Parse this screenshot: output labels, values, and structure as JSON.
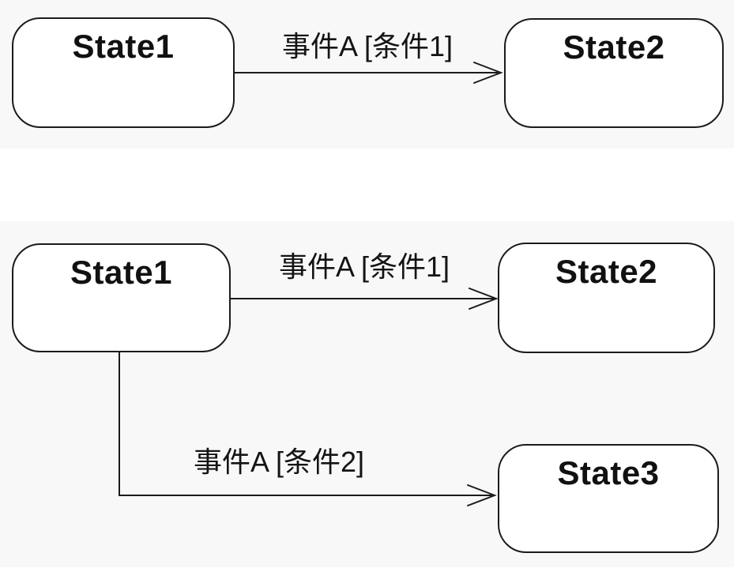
{
  "colors": {
    "page_background": "#ffffff",
    "panel_background": "#f8f8f8",
    "state_fill": "#ffffff",
    "stroke": "#1b1b1b",
    "text": "#141414"
  },
  "diagram_top": {
    "description": "state transition with single guard",
    "states": [
      {
        "label": "State1"
      },
      {
        "label": "State2"
      }
    ],
    "transitions": [
      {
        "from": "State1",
        "to": "State2",
        "label": "事件A [条件1]"
      }
    ]
  },
  "diagram_bottom": {
    "description": "state transition branching on guards",
    "states": [
      {
        "label": "State1"
      },
      {
        "label": "State2"
      },
      {
        "label": "State3"
      }
    ],
    "transitions": [
      {
        "from": "State1",
        "to": "State2",
        "label": "事件A [条件1]"
      },
      {
        "from": "State1",
        "to": "State3",
        "label": "事件A [条件2]"
      }
    ]
  }
}
